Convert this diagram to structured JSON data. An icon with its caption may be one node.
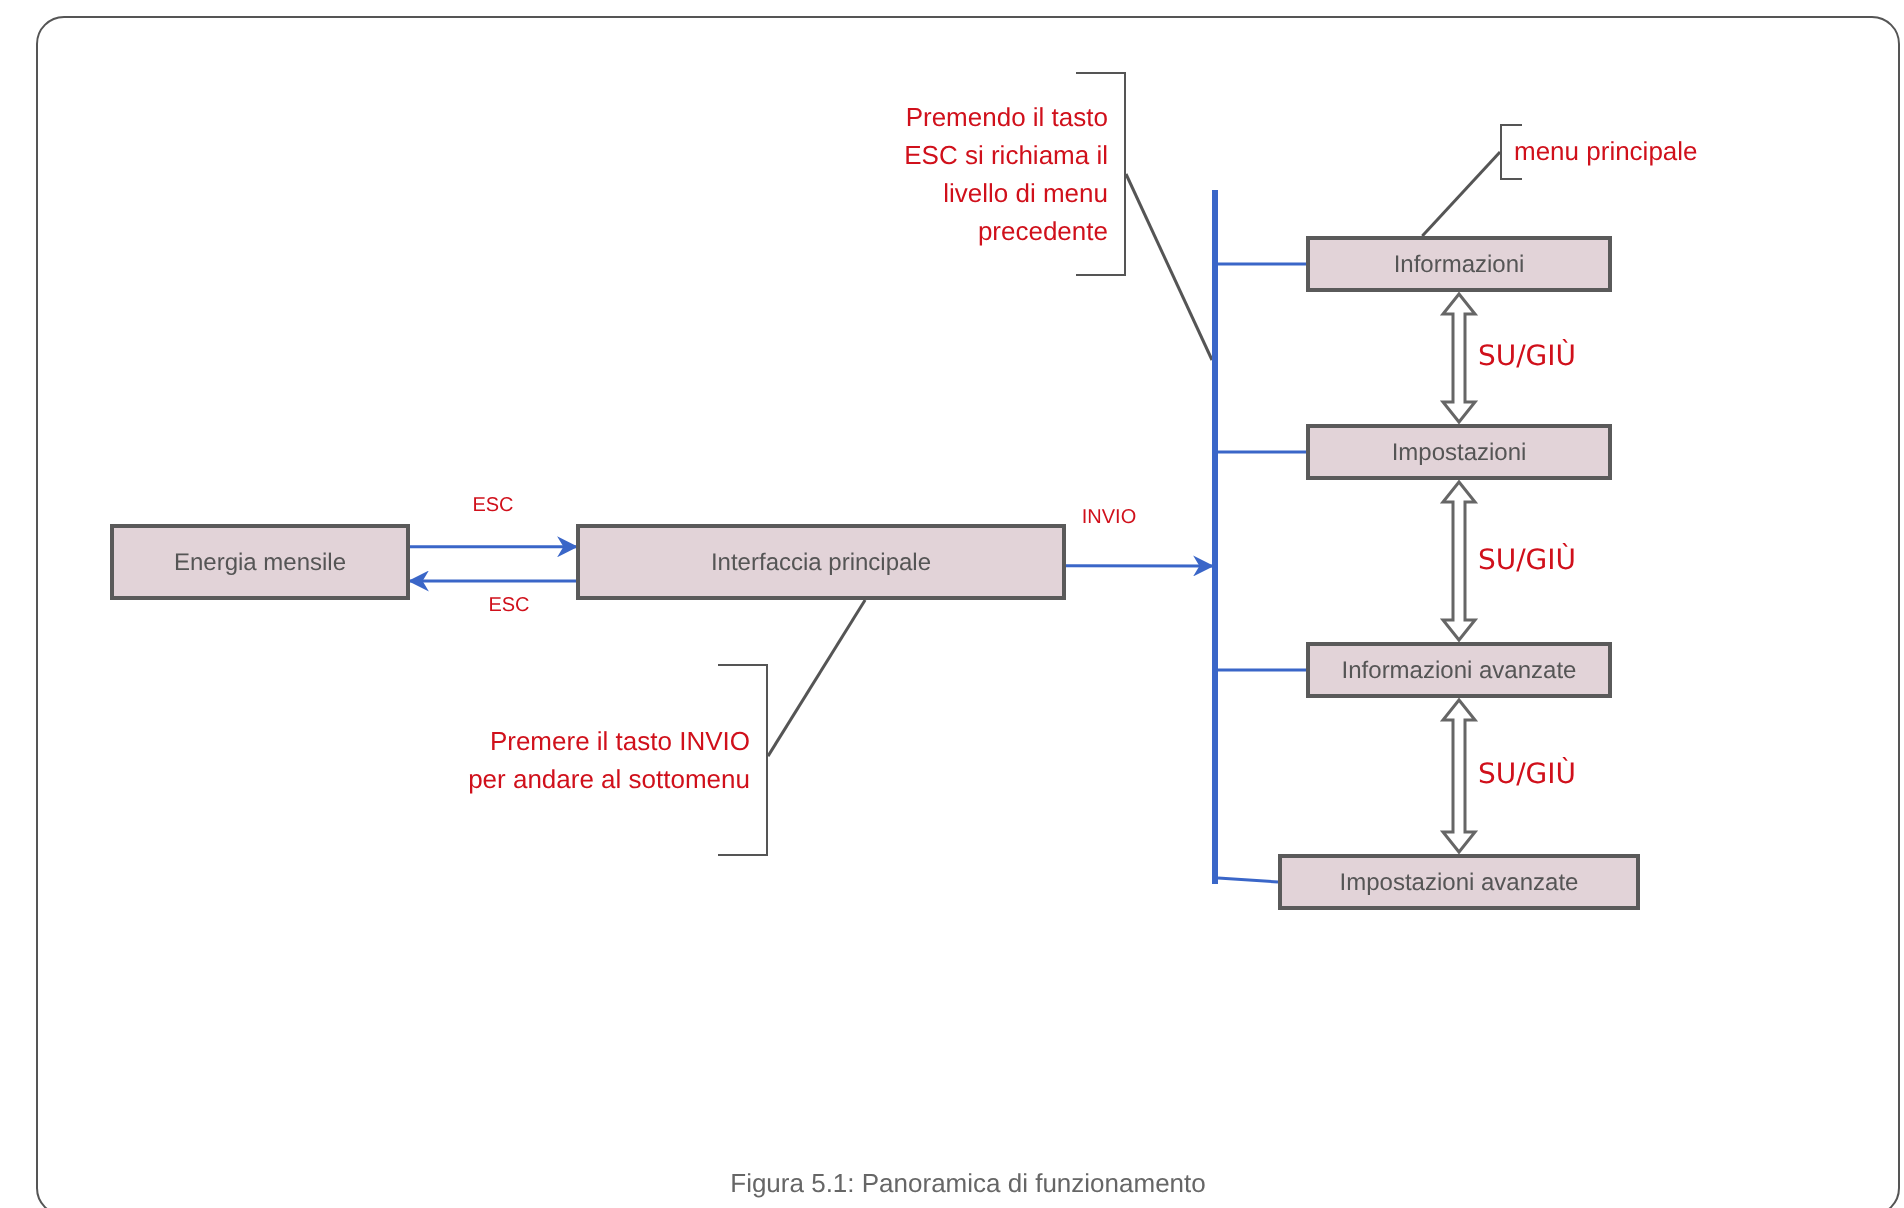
{
  "diagram": {
    "caption": "Figura 5.1: Panoramica di funzionamento",
    "nodes": [
      {
        "text": [
          "Energia mensile"
        ]
      },
      {
        "text": [
          "Interfaccia principale"
        ]
      },
      {
        "text": [
          "Informazioni"
        ]
      },
      {
        "text": [
          "Impostazioni"
        ]
      },
      {
        "text": [
          "Informazioni avanzate"
        ]
      },
      {
        "text": [
          "Impostazioni avanzate"
        ]
      },
      {
        "text": [
          "Premendo il tasto ESC si richiama il livello di menu precedente"
        ]
      },
      {
        "text": [],
        "shape": "bar"
      },
      {
        "text": [
          "menu principale"
        ]
      },
      {
        "text": [
          "Premere il tasto INVIO per andare al sottomenu"
        ]
      }
    ],
    "edges": [
      {
        "from": 0,
        "to": 1,
        "arrow": "to",
        "label": "ESC"
      },
      {
        "from": 1,
        "to": 0,
        "arrow": "to",
        "label": "ESC"
      },
      {
        "from": 1,
        "to": 7,
        "arrow": "to",
        "label": "INVIO"
      },
      {
        "from": 7,
        "to": 2,
        "arrow": "none"
      },
      {
        "from": 7,
        "to": 3,
        "arrow": "none"
      },
      {
        "from": 7,
        "to": 4,
        "arrow": "none"
      },
      {
        "from": 7,
        "to": 5,
        "arrow": "none"
      },
      {
        "from": 2,
        "to": 3,
        "arrow": "both",
        "label": "SU/GIÙ",
        "style": "thick"
      },
      {
        "from": 3,
        "to": 4,
        "arrow": "both",
        "label": "SU/GIÙ",
        "style": "thick"
      },
      {
        "from": 4,
        "to": 5,
        "arrow": "both",
        "label": "SU/GIÙ",
        "style": "thick"
      },
      {
        "from": 6,
        "to": 7,
        "arrow": "none",
        "color": "#555555"
      },
      {
        "from": 8,
        "to": 2,
        "arrow": "none",
        "color": "#555555"
      },
      {
        "from": 9,
        "to": 1,
        "arrow": "none",
        "color": "#555555"
      }
    ]
  }
}
